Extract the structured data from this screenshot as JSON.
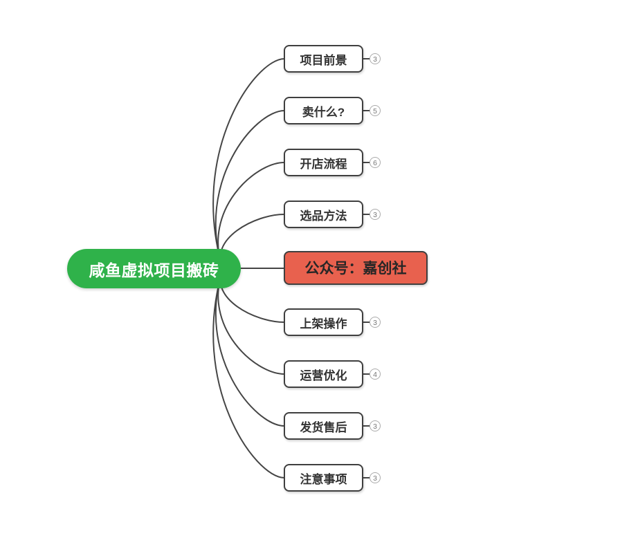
{
  "diagram": {
    "type": "mindmap",
    "root": {
      "label": "咸鱼虚拟项目搬砖",
      "fill_color": "#2fb24a",
      "text_color": "#ffffff"
    },
    "children": [
      {
        "label": "项目前景",
        "badge": "3",
        "highlight": false
      },
      {
        "label": "卖什么?",
        "badge": "5",
        "highlight": false
      },
      {
        "label": "开店流程",
        "badge": "6",
        "highlight": false
      },
      {
        "label": "选品方法",
        "badge": "3",
        "highlight": false
      },
      {
        "label": "公众号：嘉创社",
        "badge": null,
        "highlight": true,
        "fill_color": "#e8614e",
        "text_color": "#262626"
      },
      {
        "label": "上架操作",
        "badge": "3",
        "highlight": false
      },
      {
        "label": "运营优化",
        "badge": "4",
        "highlight": false
      },
      {
        "label": "发货售后",
        "badge": "3",
        "highlight": false
      },
      {
        "label": "注意事项",
        "badge": "3",
        "highlight": false
      }
    ],
    "edge_color": "#454545",
    "node_border_color": "#3f3f3f"
  }
}
